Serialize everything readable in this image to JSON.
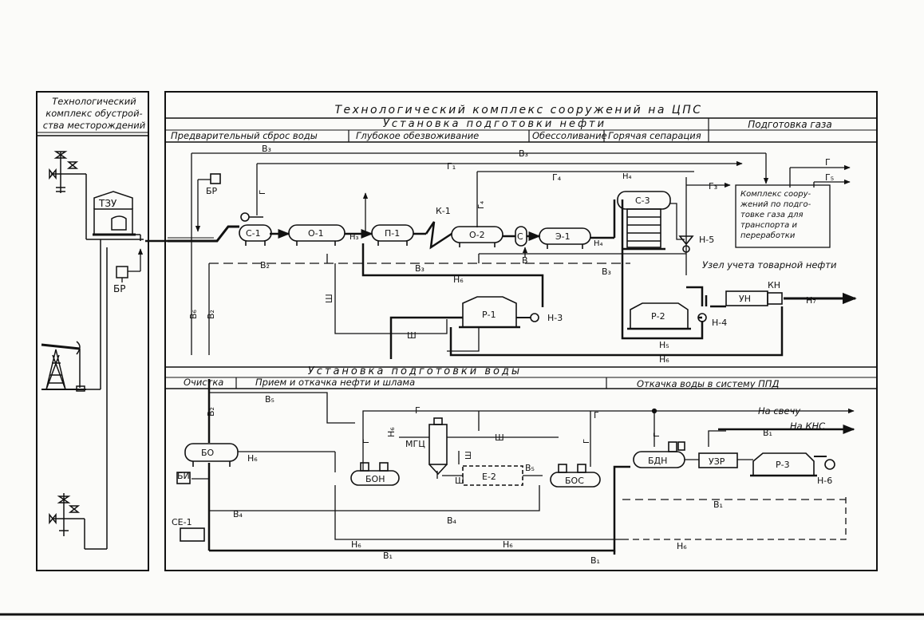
{
  "left_panel": {
    "title_lines": [
      "Технологический",
      "комплекс обустрой-",
      "ства месторождений"
    ],
    "labels": {
      "tzu": "ТЗУ",
      "br1": "БР"
    }
  },
  "main": {
    "title": "Технологический комплекс сооружений на ЦПС",
    "oil_unit": {
      "title": "Установка подготовки нефти",
      "sections": [
        "Предварительный сброс воды",
        "Глубокое обезвоживание",
        "Обессоливание",
        "Горячая сепарация"
      ]
    },
    "gas_section": "Подготовка газа",
    "gas_complex_lines": [
      "Комплекс соору-",
      "жений по подго-",
      "товке газа для",
      "транспорта и",
      "переработки"
    ],
    "metering_node": "Узел учета товарной нефти",
    "water_unit": {
      "title": "Установка подготовки воды",
      "sections": [
        "Очистка",
        "Прием и откачка нефти и шлама",
        "Откачка воды в систему ППД"
      ]
    },
    "to_flare": "На свечу",
    "to_kns": "На КНС",
    "equipment": {
      "br2": "БР",
      "c1": "С-1",
      "o1": "О-1",
      "p1": "П-1",
      "k1": "К-1",
      "o2": "О-2",
      "c": "С",
      "e1": "Э-1",
      "c3": "С-3",
      "r1": "Р-1",
      "r2": "Р-2",
      "un": "УН",
      "kn": "КН",
      "n3": "Н-3",
      "n4": "Н-4",
      "n5": "Н-5",
      "bo": "БО",
      "bi": "БИ",
      "se1": "СЕ-1",
      "bon": "БОН",
      "mgc": "МГЦ",
      "e2": "Е-2",
      "bos": "БОС",
      "bdn": "БДН",
      "uzr": "УЗР",
      "r3": "Р-3",
      "n6": "Н-6"
    },
    "streams": {
      "v1": "В₁",
      "v2": "В₂",
      "v3": "В₃",
      "v4": "В₄",
      "v5": "В₅",
      "v6": "В₆",
      "v": "В",
      "g": "Г",
      "g1": "Г₁",
      "g3": "Г₃",
      "g4": "Г₄",
      "g5": "Г₅",
      "n3s": "Н₃",
      "n4s": "Н₄",
      "n5s": "Н₅",
      "n6s": "Н₆",
      "n7s": "Н₇",
      "sh": "Ш"
    }
  }
}
